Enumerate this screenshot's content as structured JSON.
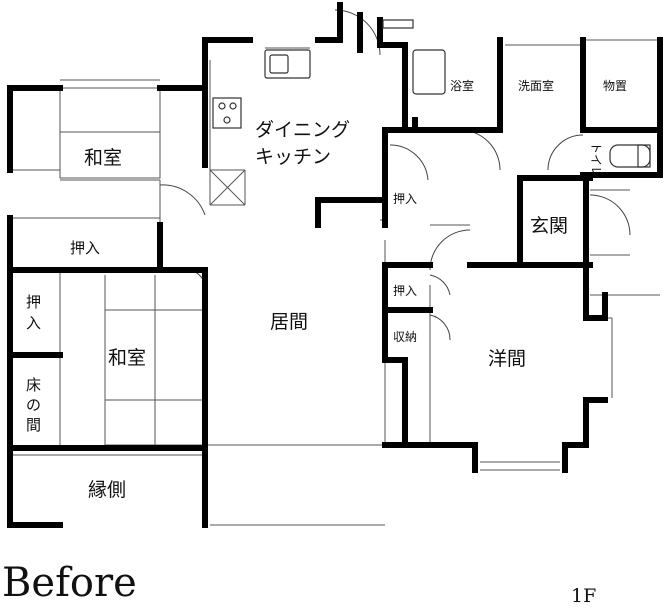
{
  "rooms": {
    "washitsu_top": "和室",
    "oshiire_left": "押入",
    "oshiire_left_v": [
      "押",
      "入"
    ],
    "tokonoma": [
      "床",
      "の",
      "間"
    ],
    "washitsu_mid": "和室",
    "engawa": "縁側",
    "dining": [
      "ダイニング",
      "キッチン"
    ],
    "oshiire_center": "押入",
    "living": "居間",
    "bath": "浴室",
    "washroom": "洗面室",
    "storage": "物置",
    "toilet": "トイレ",
    "genkan": "玄関",
    "oshiire_right": "押入",
    "shuno": "収納",
    "yoma": "洋間"
  },
  "caption": {
    "before": "Before",
    "floor": "1F"
  },
  "colors": {
    "wall": "#000000",
    "line": "#444444",
    "grid": "#999999"
  }
}
